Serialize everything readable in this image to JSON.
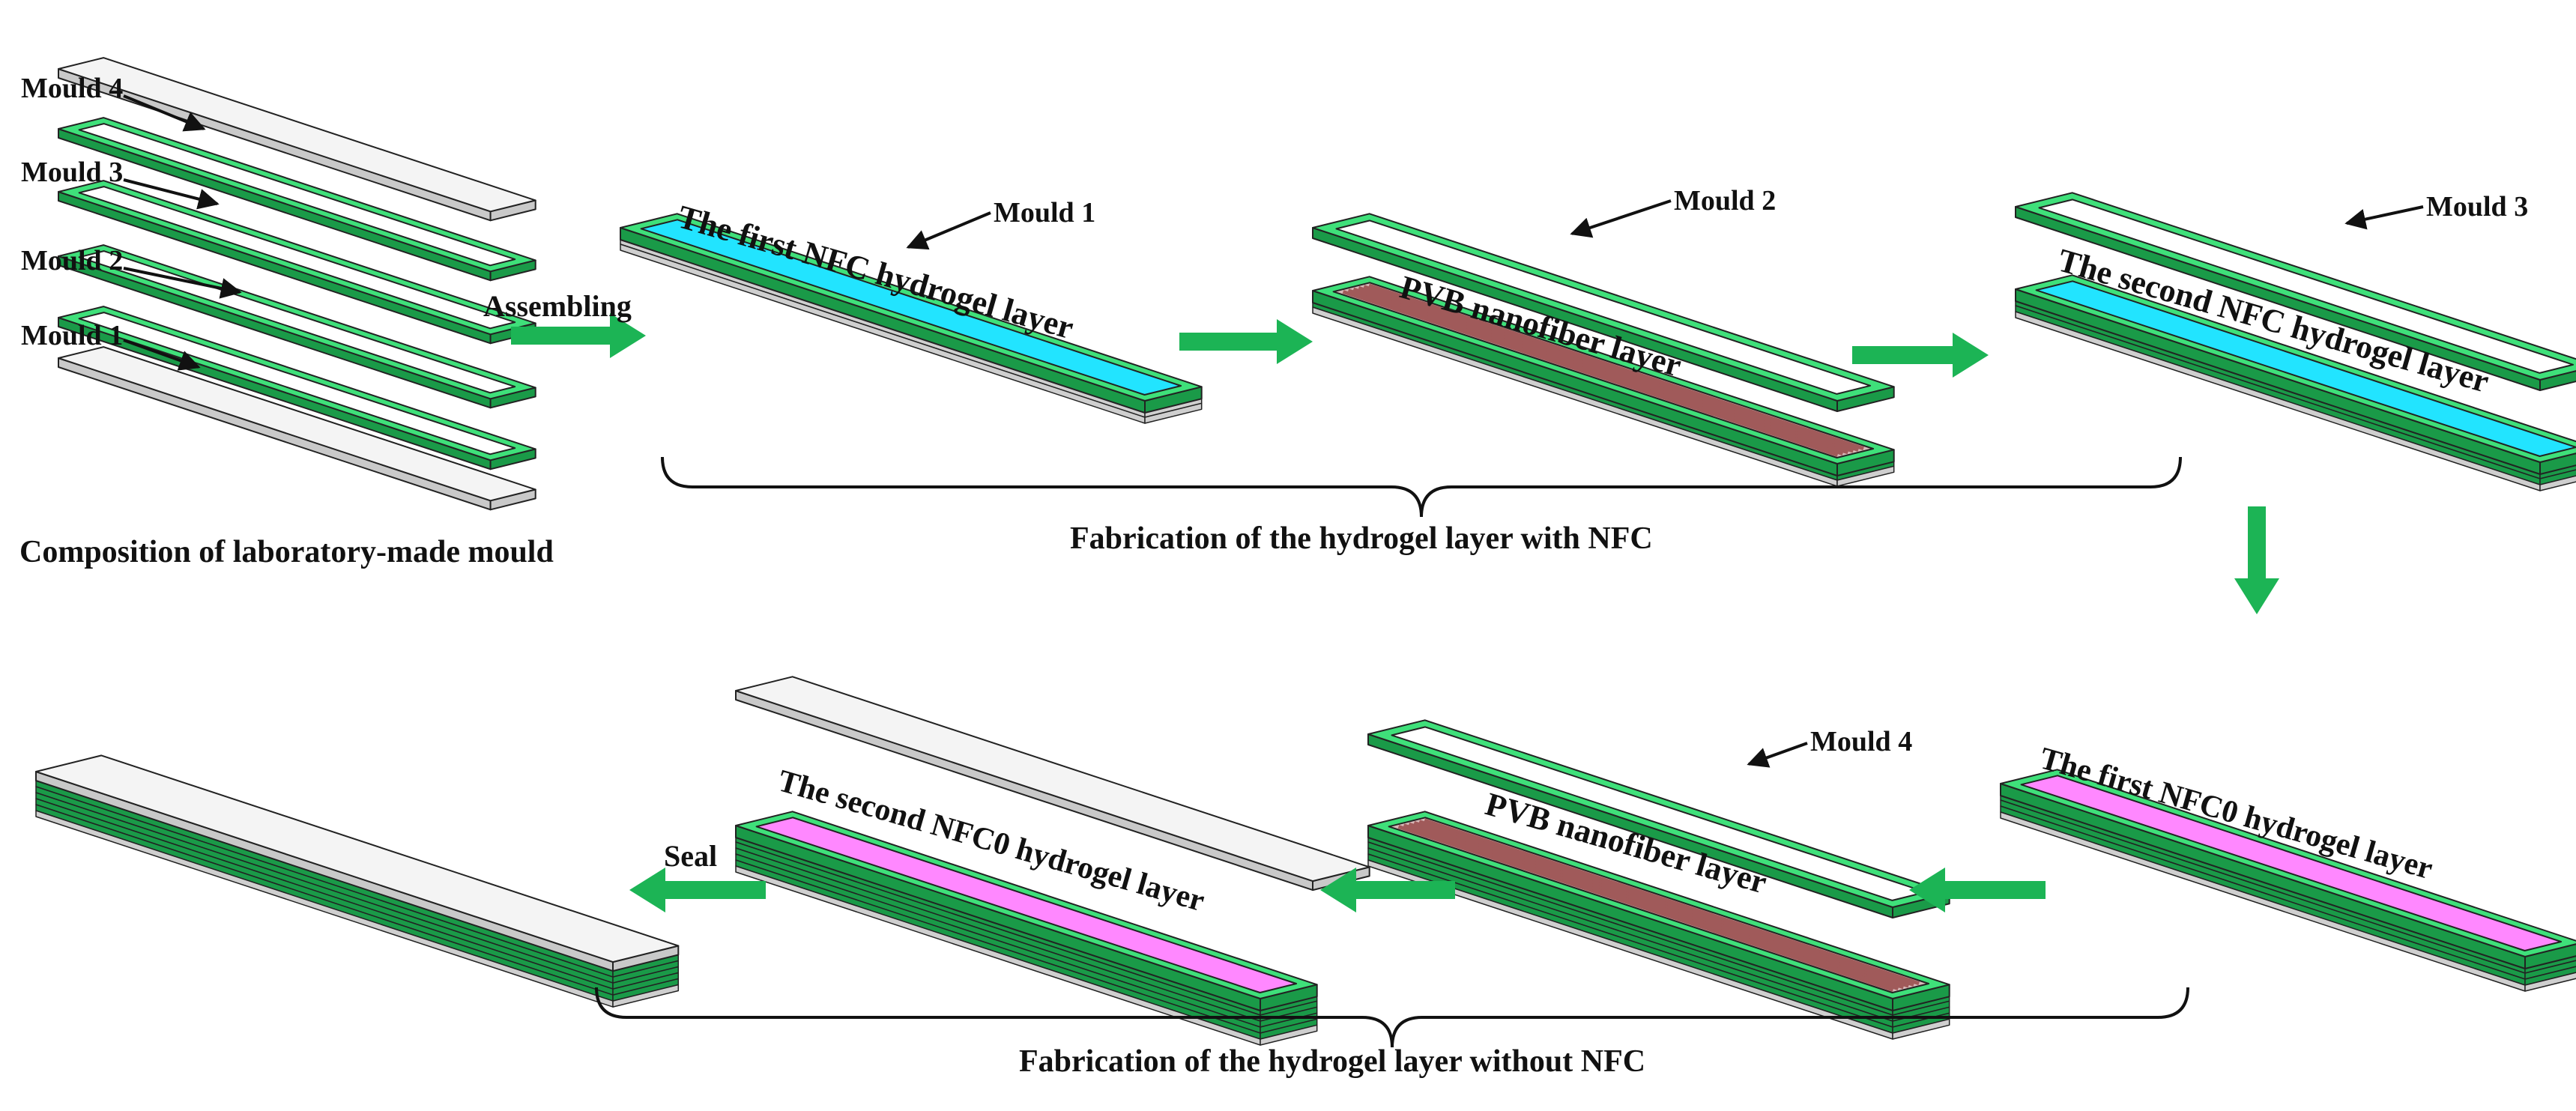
{
  "labels": {
    "mould1": "Mould 1",
    "mould2": "Mould 2",
    "mould3": "Mould 3",
    "mould4": "Mould 4",
    "assembling": "Assembling",
    "seal": "Seal",
    "composition_caption": "Composition of laboratory-made mould",
    "caption_with_nfc": "Fabrication of the hydrogel layer with NFC",
    "caption_without_nfc": "Fabrication of the hydrogel layer without NFC",
    "first_nfc_layer": "The first NFC hydrogel layer",
    "pvb_layer": "PVB nanofiber layer",
    "second_nfc_layer": "The second NFC hydrogel layer",
    "first_nfc0_layer": "The first NFC0 hydrogel layer",
    "second_nfc0_layer": "The second NFC0 hydrogel layer"
  },
  "colors": {
    "frame_green": "#3fe07a",
    "frame_dark": "#1a9a48",
    "edge": "#222222",
    "nfc_fill": "#22e4ff",
    "nfc0_fill": "#ff88ff",
    "pvb_fill": "#d8b8b8",
    "pvb_line": "#a05a5a",
    "plate": "#f4f4f4",
    "arrow": "#1cb455"
  }
}
